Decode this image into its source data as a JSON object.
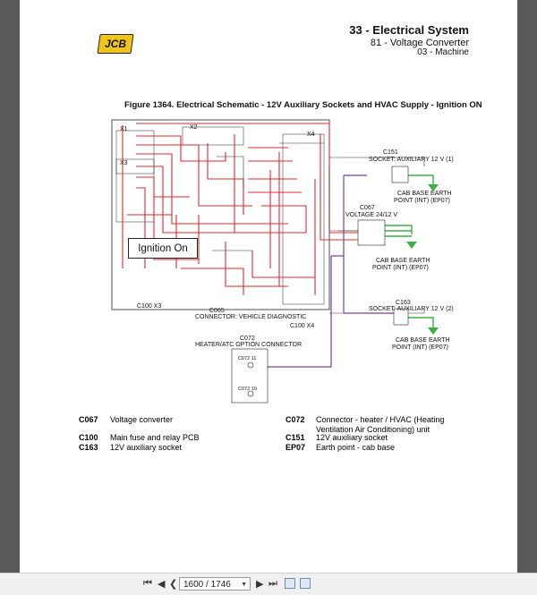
{
  "header": {
    "section": "33 - Electrical System",
    "subsection": "81 - Voltage Converter",
    "chapter": "03 - Machine",
    "logo_text": "JCB"
  },
  "figure": {
    "title": "Figure 1364. Electrical Schematic - 12V Auxiliary Sockets and HVAC Supply - Ignition ON",
    "ignition_label": "Ignition On",
    "labels": {
      "c151_code": "C151",
      "c151_name": "SOCKET: AUXILIARY 12 V (1)",
      "cab_earth_1a": "CAB BASE EARTH",
      "cab_earth_1b": "POINT (INT) (EP07)",
      "c067_code": "C067",
      "c067_name": "VOLTAGE 24/12 V",
      "cab_earth_2a": "CAB BASE EARTH",
      "cab_earth_2b": "POINT (INT) (EP07)",
      "c163_code": "C163",
      "c163_name": "SOCKET: AUXILIARY 12 V (2)",
      "cab_earth_3a": "CAB BASE EARTH",
      "cab_earth_3b": "POINT (INT) (EP07)",
      "c100x3": "C100 X3",
      "c065_code": "C065",
      "c065_name": "CONNECTOR: VEHICLE DIAGNOSTIC",
      "c100x4": "C100 X4",
      "c072_code": "C072",
      "c072_name": "HEATER/ATC OPTION CONNECTOR",
      "c072_11": "C072 11",
      "c072_10": "C072 10",
      "x1": "X1",
      "x2": "X2",
      "x3": "X3",
      "x4": "X4"
    }
  },
  "legend": [
    {
      "code": "C067",
      "text": "Voltage converter"
    },
    {
      "code": "C100",
      "text": "Main fuse and relay PCB"
    },
    {
      "code": "C163",
      "text": "12V auxiliary socket"
    },
    {
      "code": "C072",
      "text": "Connector - heater / HVAC (Heating Ventilation Air Conditioning) unit"
    },
    {
      "code": "C151",
      "text": "12V auxiliary socket"
    },
    {
      "code": "EP07",
      "text": "Earth point - cab base"
    }
  ],
  "toolbar": {
    "page_indicator": "1600 / 1746"
  },
  "colors": {
    "wire_red": "#e0282e",
    "wire_green": "#3cb043",
    "wire_purple": "#7a3fa0",
    "logo_yellow": "#f2c418"
  }
}
